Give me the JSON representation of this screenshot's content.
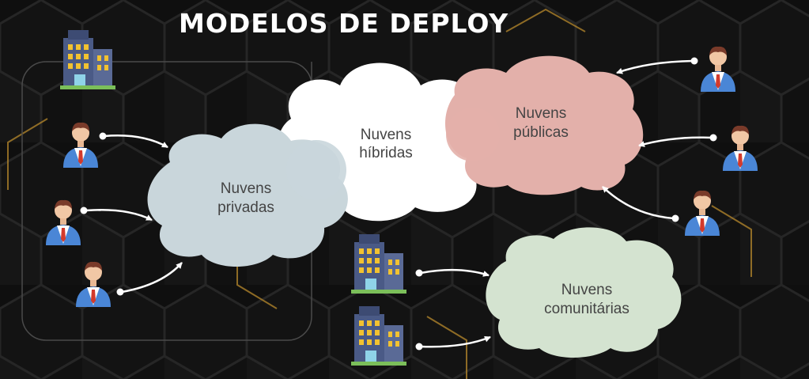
{
  "title": "MODELOS DE DEPLOY",
  "colors": {
    "background": "#0f0f0f",
    "hex_stroke": "#2a2a2a",
    "gold_accent": "#b8892c",
    "private_cloud": "#c9d6db",
    "hybrid_cloud": "#ffffff",
    "public_cloud": "#e3b0aa",
    "community_cloud": "#d4e3d0",
    "cloud_text": "#444444",
    "arrow": "#ffffff"
  },
  "clouds": {
    "private": {
      "line1": "Nuvens",
      "line2": "privadas"
    },
    "hybrid": {
      "line1": "Nuvens",
      "line2": "híbridas"
    },
    "public": {
      "line1": "Nuvens",
      "line2": "públicas"
    },
    "community": {
      "line1": "Nuvens",
      "line2": "comunitárias"
    }
  },
  "icons": {
    "building": "building-icon",
    "person": "businessman-icon",
    "arrow": "curved-arrow-icon"
  }
}
